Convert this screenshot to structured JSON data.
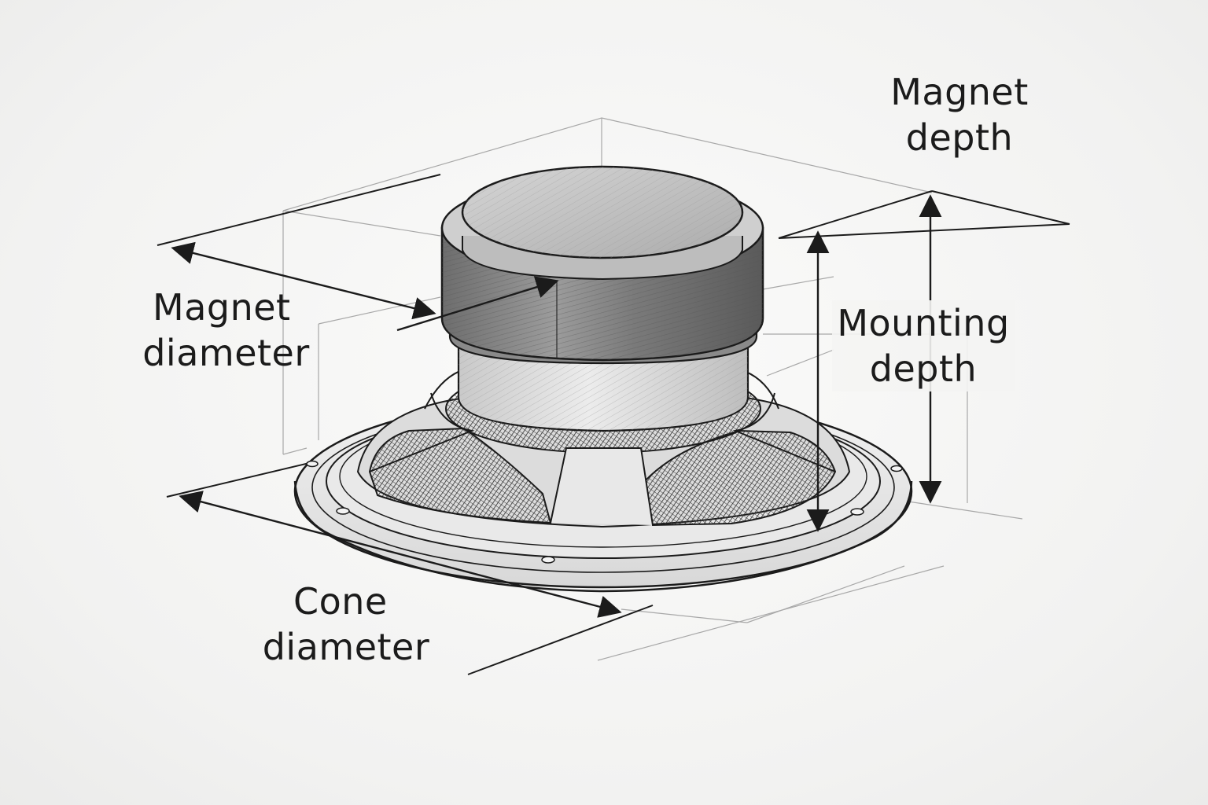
{
  "labels": {
    "magnet_depth": {
      "line1": "Magnet",
      "line2": "depth"
    },
    "magnet_diameter": {
      "line1": "Magnet",
      "line2": "diameter"
    },
    "mounting_depth": {
      "line1": "Mounting",
      "line2": "depth"
    },
    "cone_diameter": {
      "line1": "Cone",
      "line2": "diameter"
    }
  },
  "colors": {
    "ink": "#1b1b1b",
    "guide": "#9a9a9a",
    "paper": "#f4f4f3"
  }
}
